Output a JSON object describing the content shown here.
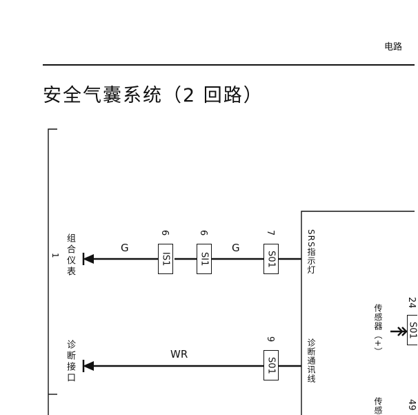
{
  "header": {
    "section_label": "电路"
  },
  "page_title": "安全气囊系统（2 回路）",
  "left_frame": {
    "frame_number": "1"
  },
  "destinations": {
    "combination_meter": "组合仪表",
    "diagnostic_port": "诊断接口"
  },
  "control_unit": {
    "indicator_signal": "SRS指示灯",
    "diagnostic_line": "诊断通讯线",
    "sensor_plus": "传感器（+）",
    "sensor_cut": "传感"
  },
  "wires": [
    {
      "id": "indicator",
      "color_code": "G"
    },
    {
      "id": "indicator-2",
      "color_code": "G"
    },
    {
      "id": "diagnostic",
      "color_code": "WR"
    }
  ],
  "connectors": {
    "s01_indicator": {
      "code": "S01",
      "pin": "7"
    },
    "si1": {
      "code": "SI1",
      "pin": "6"
    },
    "is1": {
      "code": "IS1",
      "pin": "6"
    },
    "s01_diagnostic": {
      "code": "S01",
      "pin": "9"
    },
    "s01_sensor": {
      "code": "S01",
      "pin": "24"
    },
    "s01_sensor_lower": {
      "pin": "49"
    }
  }
}
